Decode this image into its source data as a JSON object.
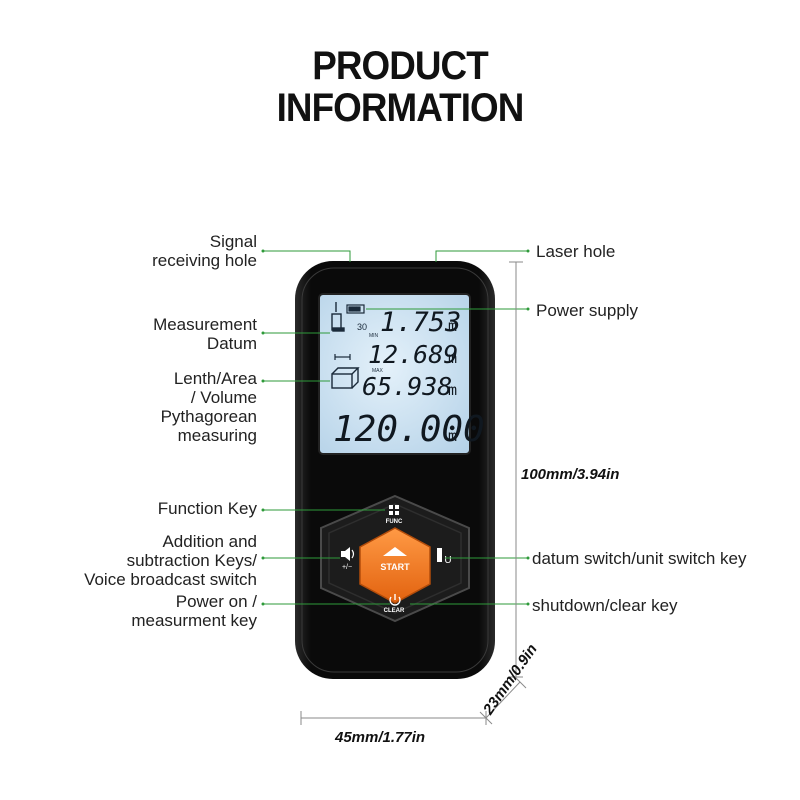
{
  "title": {
    "line1": "PRODUCT",
    "line2": "INFORMATION"
  },
  "labels": {
    "signal": [
      "Signal",
      "receiving hole"
    ],
    "datum": [
      "Measurement",
      "Datum"
    ],
    "lenth": [
      "Lenth/Area",
      "/ Volume",
      "Pythagorean",
      "measuring"
    ],
    "function_key": "Function Key",
    "addsub": [
      "Addition and",
      "subtraction  Keys/",
      "Voice broadcast switch"
    ],
    "power": [
      "Power on /",
      "measurment key"
    ],
    "laser_hole": "Laser hole",
    "power_supply": "Power supply",
    "datum_switch": "datum switch/unit switch key",
    "shutdown": "shutdown/clear key"
  },
  "dimensions": {
    "height": "100mm/3.94in",
    "width": "45mm/1.77in",
    "depth": "23mm/0.9in"
  },
  "display": {
    "row1": "1.753",
    "row2": "12.689",
    "row3": "65.938",
    "row4": "120.000",
    "unit": "m",
    "small_30": "30",
    "small_min": "MIN",
    "small_max": "MAX"
  },
  "keys": {
    "func": "FUNC",
    "start": "START",
    "clear": "CLEAR",
    "plusminus": "+/−",
    "unit": "U"
  },
  "colors": {
    "device_body": "#0d0d0d",
    "screen": "#cfe3f2",
    "start_button": "#f07a22",
    "leader_line": "#2e9a3a"
  }
}
